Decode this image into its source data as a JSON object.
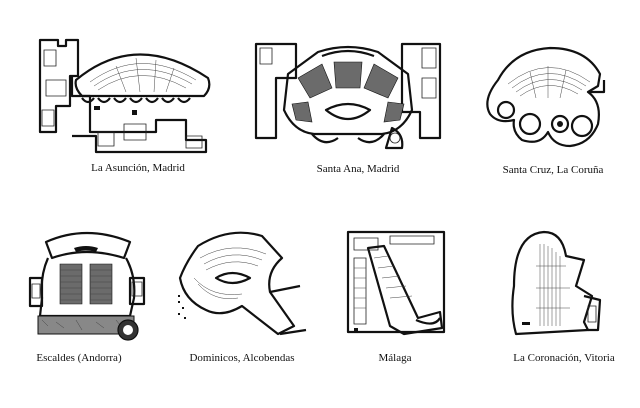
{
  "plans": [
    {
      "id": "asuncion",
      "caption": "La Asunción, Madrid"
    },
    {
      "id": "santa-ana",
      "caption": "Santa Ana, Madrid"
    },
    {
      "id": "santa-cruz",
      "caption": "Santa Cruz, La Coruña"
    },
    {
      "id": "escaldes",
      "caption": "Escaldes (Andorra)"
    },
    {
      "id": "dominicos",
      "caption": "Dominicos, Alcobendas"
    },
    {
      "id": "malaga",
      "caption": "Málaga"
    },
    {
      "id": "coronacion",
      "caption": "La Coronación, Vitoria"
    }
  ]
}
